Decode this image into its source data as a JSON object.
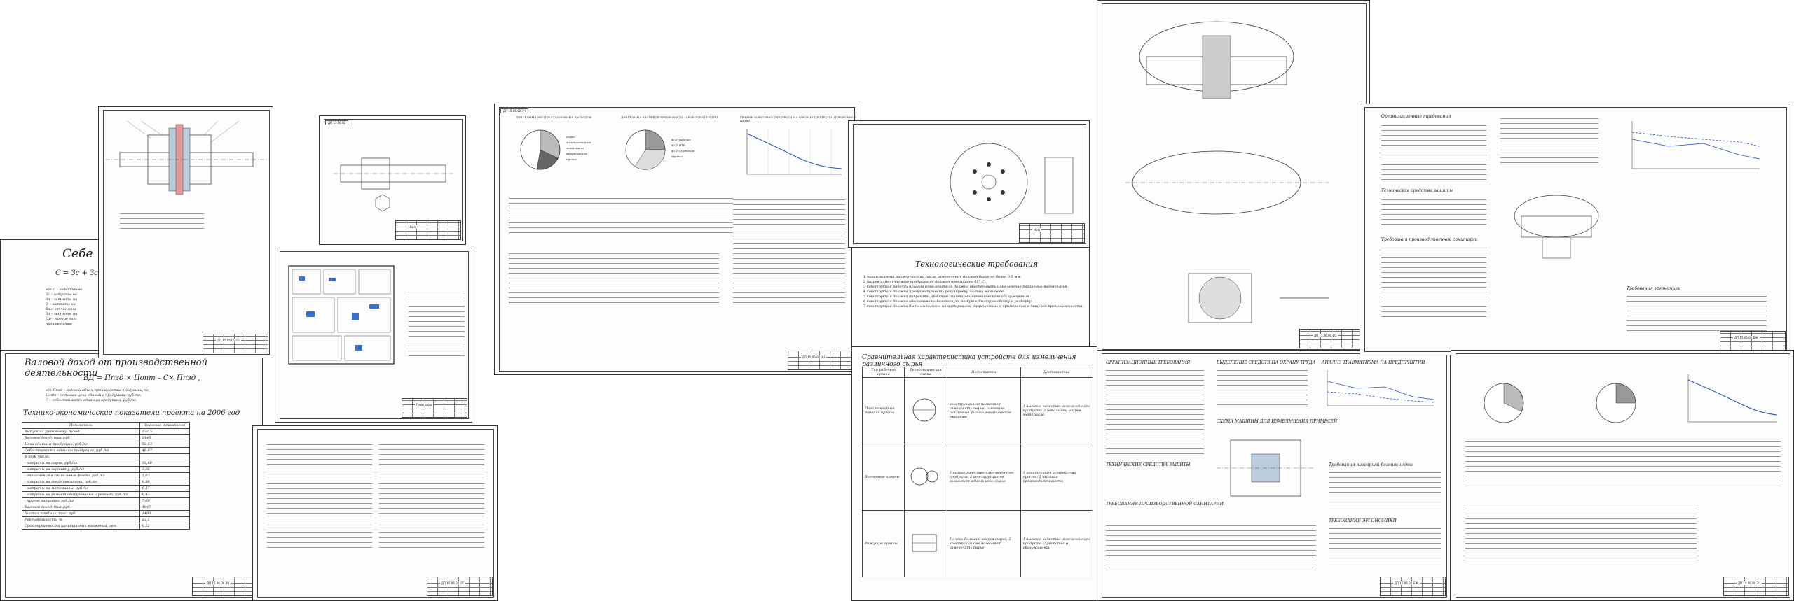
{
  "sheets": {
    "formula_sheet": {
      "title": "Себе",
      "formula": "С = Зс + Зсоц",
      "legend": [
        "где  С – себестоимо",
        "Зс – затраты на",
        "Зп – затраты на",
        "Э – затраты на",
        "Вэл– отчислени",
        "Зп – затраты на",
        "Пр – прочие зат",
        "производство"
      ]
    },
    "gross_income": {
      "title": "Валовой доход от производственной деятельности",
      "formula": "ВД = Ппзд × Цопт – С× Ппзд ,",
      "where": [
        "где   Ппзд – годовой объем производства продукции, кг;",
        "Цопт  –  оптовая цена единицы продукции, руб./кг;",
        "С  – себестоимость единицы продукции, руб./кг."
      ],
      "tech_title": "Технико-экономические показатели проекта на 2006 год",
      "table_headers": [
        "Показатель",
        "Значение показателя"
      ],
      "table_rows": [
        [
          "Выпуск на упаковывку, т/год",
          "172,5"
        ],
        [
          "Валовой доход, тыс.руб.",
          "2145"
        ],
        [
          "Цена единицы продукции, руб./кг",
          "58,53"
        ],
        [
          "Себестоимость единицы продукции, руб./кг",
          "46,97"
        ],
        [
          "В том числе:",
          ""
        ],
        [
          "- затраты на сырье, руб./кг",
          "33,88"
        ],
        [
          "- затраты на зарплату, руб./кг",
          "3,06"
        ],
        [
          "- отчисления в социальные фонды, руб./кг",
          "1,07"
        ],
        [
          "- затраты на энергоносители, руб./кг",
          "0,56"
        ],
        [
          "- затраты на материалы, руб./кг",
          "0,37"
        ],
        [
          "- затраты на ремонт оборудования и ремонт, руб./кг",
          "0,43"
        ],
        [
          "- прочие затраты, руб./кг",
          "7,60"
        ],
        [
          "Валовой доход, тыс.руб.",
          "1947"
        ],
        [
          "Чистая прибыль, тыс. руб.",
          "1480"
        ],
        [
          "Рентабельность, %",
          "23,1"
        ],
        [
          "Срок окупаемости капитальных вложений, лет",
          "0,22"
        ]
      ]
    },
    "tech_requirements": {
      "title": "Технологические требования",
      "items": [
        "1 максимальный размер частиц после измельчения должен быть не более 0,5 мм.",
        "2 нагрев измельчаемого продукта не должен превышать 45° С.",
        "3 конструкция рабочих органов измельчителя должна обеспечивать измельчение различных видов сырья.",
        "4 конструкция должна предусматривать регулировку частиц на выходе.",
        "5 конструкция должна допускать удобство санитарно-гигиенического обслуживания.",
        "6 конструкция должна обеспечивать безопасную, легкую и быструю сборку и разборку.",
        "7 конструкция должна быть выполнена из материалов, разрешенных к применению в пищевой промышленности."
      ]
    },
    "comparison": {
      "title": "Сравнительная характеристика устройств для измельчения различного сырья",
      "headers": [
        "Тип рабочего органа",
        "Технологическая схема",
        "Недостатки",
        "Достоинства"
      ],
      "rows": [
        [
          "Пластинчатые рабочие органы",
          "",
          "конструкция не позволяет измельчать сырье, имеющее различные физико-механические свойства",
          "1 высокое качество измельченного продукта; 2 небольшой нагрев материала"
        ],
        [
          "Волчковые органы",
          "",
          "1 низкое качество измельченного продукта; 2 конструкция не позволяет измельчать сырье",
          "1 конструкция устройства проста; 2 высокая производительность"
        ],
        [
          "Режущие органы",
          "",
          "1 очень большой нагрев сырья; 2 конструкция не позволяет измельчать сырье",
          "1 высокое качество измельченного продукта; 2 удобство в обслуживании"
        ]
      ]
    },
    "charts": {
      "pie_title_1": "ДИАГРАММА ЭКСПЛУАТАЦИОННЫХ РАСХОДОВ",
      "pie_title_2": "ДИАГРАММА РАСПРЕДЕЛЕНИЯ ФОНДА ЗАРАБОТНОЙ ПЛАТЫ",
      "line_title": "ГРАФИК ЗАВИСИМОСТИ СПРОСА НА МЯСНЫЕ ПРОДУКТЫ ОТ РЫНОЧНОЙ ЦЕНЫ",
      "legend_1": [
        "сырье",
        "электроэнергия",
        "материалы",
        "амортизация",
        "прочие"
      ],
      "legend_2": [
        "ФОТ рабочих",
        "ФОТ ИТР",
        "ФОТ служащих",
        "премии"
      ]
    },
    "safety": {
      "title": "Требования пожарной безопасности",
      "org": "ОРГАНИЗАЦИОННЫЕ ТРЕБОВАНИЯ",
      "tech_means": "ТЕХНИЧЕСКИЕ СРЕДСТВА ЗАЩИТЫ",
      "sanitary": "ТРЕБОВАНИЯ ПРОИЗВОДСТВЕННОЙ САНИТАРИИ",
      "fund": "ВЫДЕЛЕНИЕ СРЕДСТВ НА ОХРАНУ ТРУДА",
      "scheme": "СХЕМА МАШИНЫ ДЛЯ ИЗМЕЛЬЧЕНИЯ ПРИМЕСЕЙ",
      "ergonomics": "ТРЕБОВАНИЯ ЭРГОНОМИКИ",
      "injury": "АНАЛИЗ ТРАВМАТИЗМА НА ПРЕДПРИЯТИИ"
    },
    "right_sheet": {
      "title_1": "Организационные требования",
      "title_2": "Технические средства защиты",
      "title_3": "Требования производственной санитарии",
      "title_4": "Требования эргономики"
    }
  }
}
